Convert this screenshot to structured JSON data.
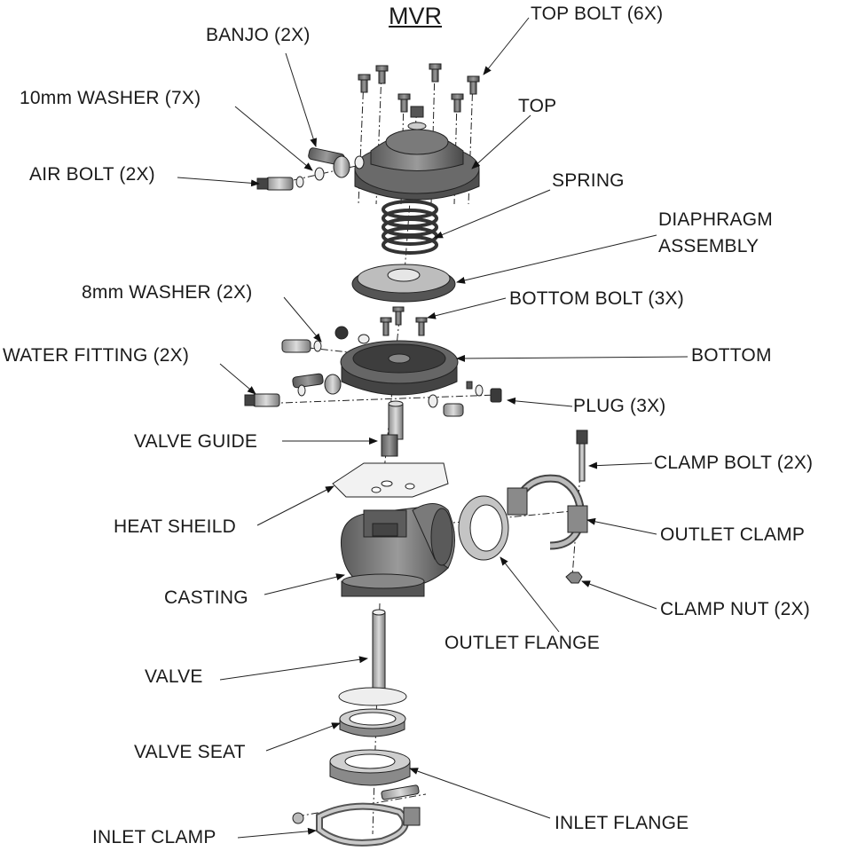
{
  "title": "MVR",
  "labels": {
    "top_bolt": "TOP BOLT (6X)",
    "banjo": "BANJO (2X)",
    "washer_10mm": "10mm WASHER (7X)",
    "top": "TOP",
    "air_bolt": "AIR BOLT (2X)",
    "spring": "SPRING",
    "diaphragm_line1": "DIAPHRAGM",
    "diaphragm_line2": "ASSEMBLY",
    "washer_8mm": "8mm WASHER (2X)",
    "bottom_bolt": "BOTTOM BOLT (3X)",
    "water_fitting": "WATER FITTING (2X)",
    "bottom": "BOTTOM",
    "plug": "PLUG (3X)",
    "valve_guide": "VALVE GUIDE",
    "clamp_bolt": "CLAMP BOLT (2X)",
    "heat_shield": "HEAT SHEILD",
    "outlet_clamp": "OUTLET CLAMP",
    "casting": "CASTING",
    "clamp_nut": "CLAMP NUT (2X)",
    "outlet_flange": "OUTLET FLANGE",
    "valve": "VALVE",
    "valve_seat": "VALVE SEAT",
    "inlet_flange": "INLET FLANGE",
    "inlet_clamp": "INLET CLAMP"
  },
  "colors": {
    "ink": "#1a1a1a",
    "part_dark": "#555555",
    "part_mid": "#8c8c8c",
    "part_light": "#c8c8c8"
  }
}
